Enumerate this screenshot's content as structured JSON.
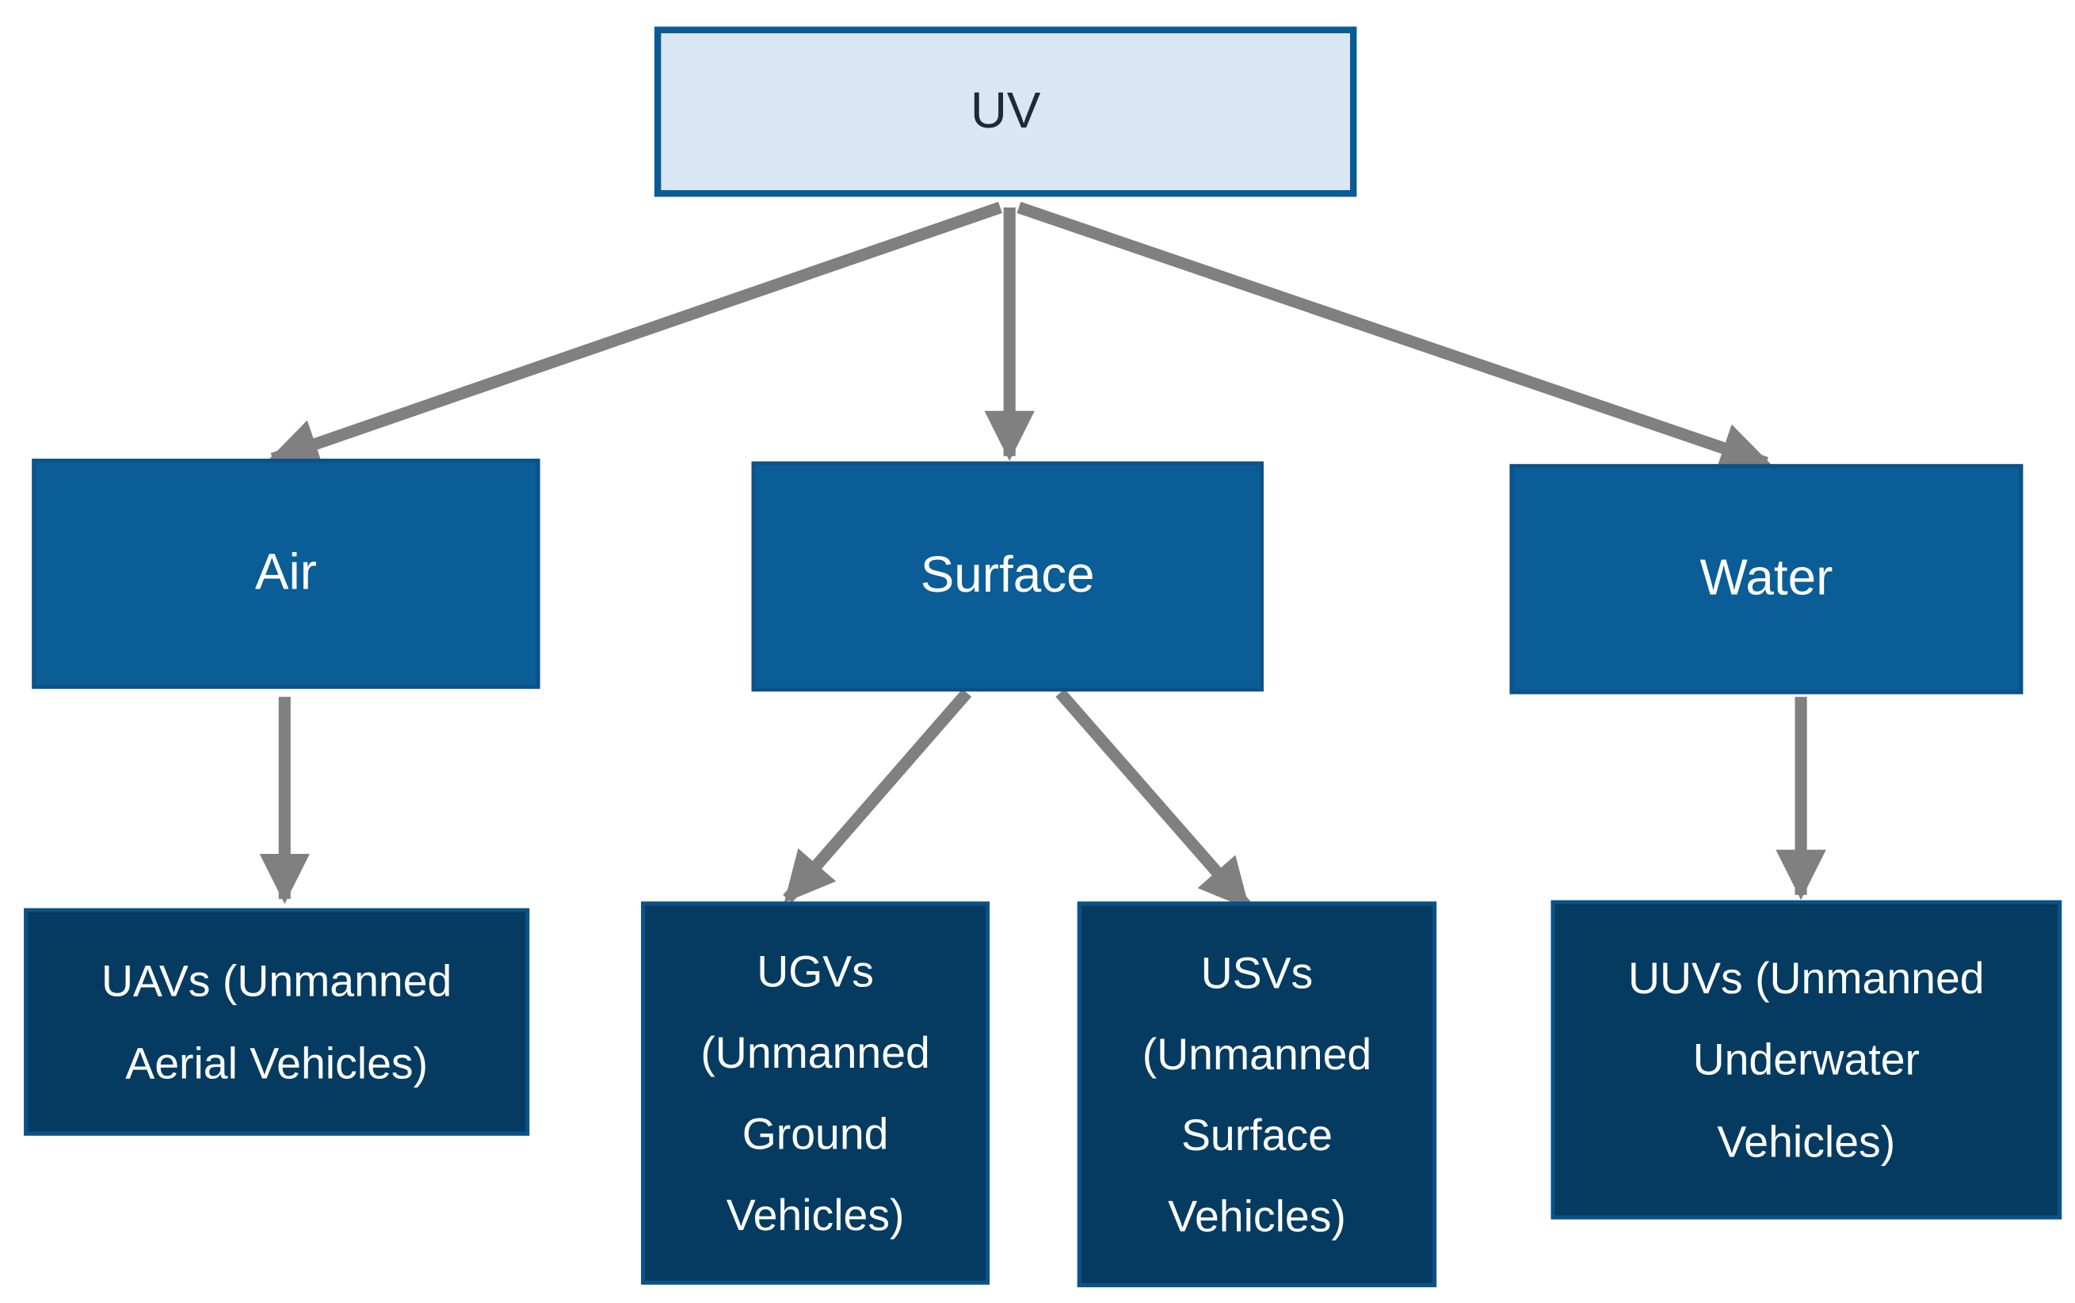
{
  "diagram": {
    "colors": {
      "root_fill": "#d9e6f3",
      "root_border": "#0a5b94",
      "category_fill": "#0a5d96",
      "leaf_fill": "#053b61",
      "arrow": "#808080"
    },
    "root": {
      "label": "UV"
    },
    "categories": [
      {
        "id": "air",
        "label": "Air"
      },
      {
        "id": "surface",
        "label": "Surface"
      },
      {
        "id": "water",
        "label": "Water"
      }
    ],
    "leaves": [
      {
        "id": "uavs",
        "parent": "air",
        "lines": [
          "UAVs (Unmanned",
          "Aerial Vehicles)"
        ]
      },
      {
        "id": "ugvs",
        "parent": "surface",
        "lines": [
          "UGVs",
          "(Unmanned",
          "Ground",
          "Vehicles)"
        ]
      },
      {
        "id": "usvs",
        "parent": "surface",
        "lines": [
          "USVs",
          "(Unmanned",
          "Surface",
          "Vehicles)"
        ]
      },
      {
        "id": "uuvs",
        "parent": "water",
        "lines": [
          "UUVs (Unmanned",
          "Underwater",
          "Vehicles)"
        ]
      }
    ]
  }
}
